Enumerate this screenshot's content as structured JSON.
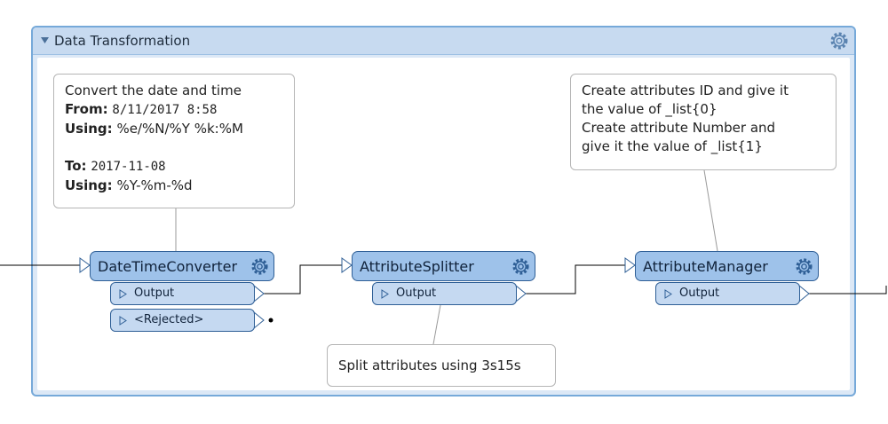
{
  "bookmark": {
    "title": "Data Transformation"
  },
  "annotations": {
    "datetime": {
      "line1": "Convert the date and time",
      "from_key": "From:",
      "from_value": "8/11/2017 8:58",
      "using1_key": "Using:",
      "using1_value": "%e/%N/%Y %k:%M",
      "to_key": "To:",
      "to_value": "2017-11-08",
      "using2_key": "Using:",
      "using2_value": "%Y-%m-%d"
    },
    "attrmgr": {
      "line1": "Create attributes ID and give it",
      "line2": "the value of _list{0}",
      "line3": "Create attribute Number and",
      "line4": "give it the value of _list{1}"
    },
    "splitter": {
      "line1": "Split attributes using 3s15s"
    }
  },
  "transformers": {
    "datetime": {
      "name": "DateTimeConverter",
      "ports": {
        "output": "Output",
        "rejected": "<Rejected>"
      }
    },
    "splitter": {
      "name": "AttributeSplitter",
      "ports": {
        "output": "Output"
      }
    },
    "attrmgr": {
      "name": "AttributeManager",
      "ports": {
        "output": "Output"
      }
    }
  },
  "colors": {
    "transformer_fill": "#9ec2ea",
    "port_fill": "#c5d9f1",
    "border": "#2f5f96",
    "bookmark_border": "#76a9d9",
    "bookmark_fill": "#dce8f6"
  },
  "icons": {
    "settings": "gear-icon",
    "collapse": "triangle-down-icon",
    "port": "triangle-right-icon"
  }
}
